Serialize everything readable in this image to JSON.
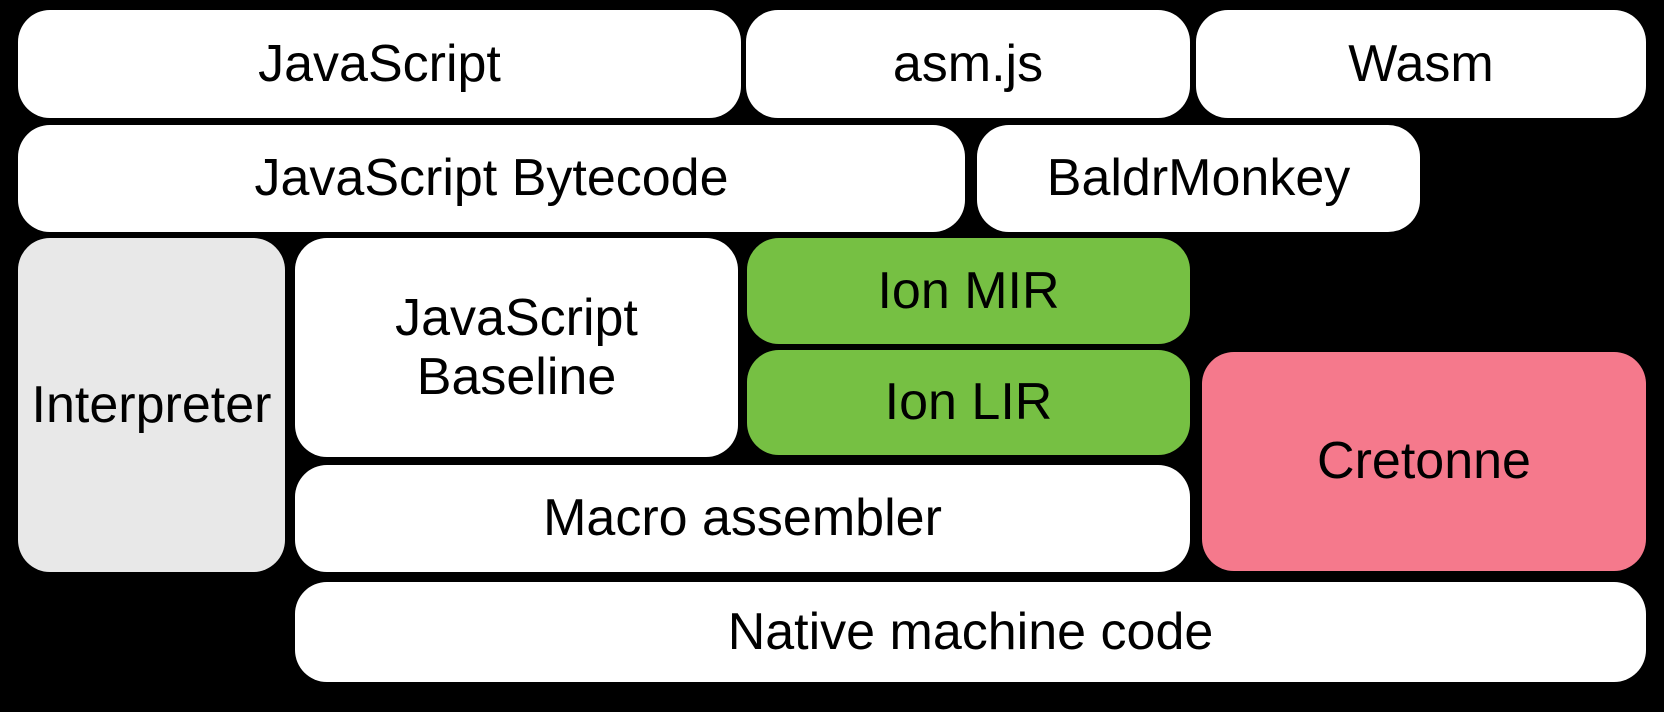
{
  "diagram": {
    "title": "SpiderMonkey compiler pipeline diagram",
    "background_color": "#000000",
    "palette": {
      "box_white": "#ffffff",
      "box_gray": "#e8e8e8",
      "box_green": "#76c043",
      "box_pink": "#f5798c",
      "text": "#000000"
    },
    "boxes": {
      "javascript": {
        "label": "JavaScript",
        "color": "#ffffff"
      },
      "asmjs": {
        "label": "asm.js",
        "color": "#ffffff"
      },
      "wasm": {
        "label": "Wasm",
        "color": "#ffffff"
      },
      "bytecode": {
        "label": "JavaScript Bytecode",
        "color": "#ffffff"
      },
      "baldrmonkey": {
        "label": "BaldrMonkey",
        "color": "#ffffff"
      },
      "interpreter": {
        "label": "Interpreter",
        "color": "#e8e8e8"
      },
      "baseline": {
        "label": "JavaScript Baseline",
        "color": "#ffffff"
      },
      "ion_mir": {
        "label": "Ion MIR",
        "color": "#76c043"
      },
      "ion_lir": {
        "label": "Ion LIR",
        "color": "#76c043"
      },
      "cretonne": {
        "label": "Cretonne",
        "color": "#f5798c"
      },
      "macro_assembler": {
        "label": "Macro assembler",
        "color": "#ffffff"
      },
      "native_machine_code": {
        "label": "Native machine code",
        "color": "#ffffff"
      }
    }
  }
}
